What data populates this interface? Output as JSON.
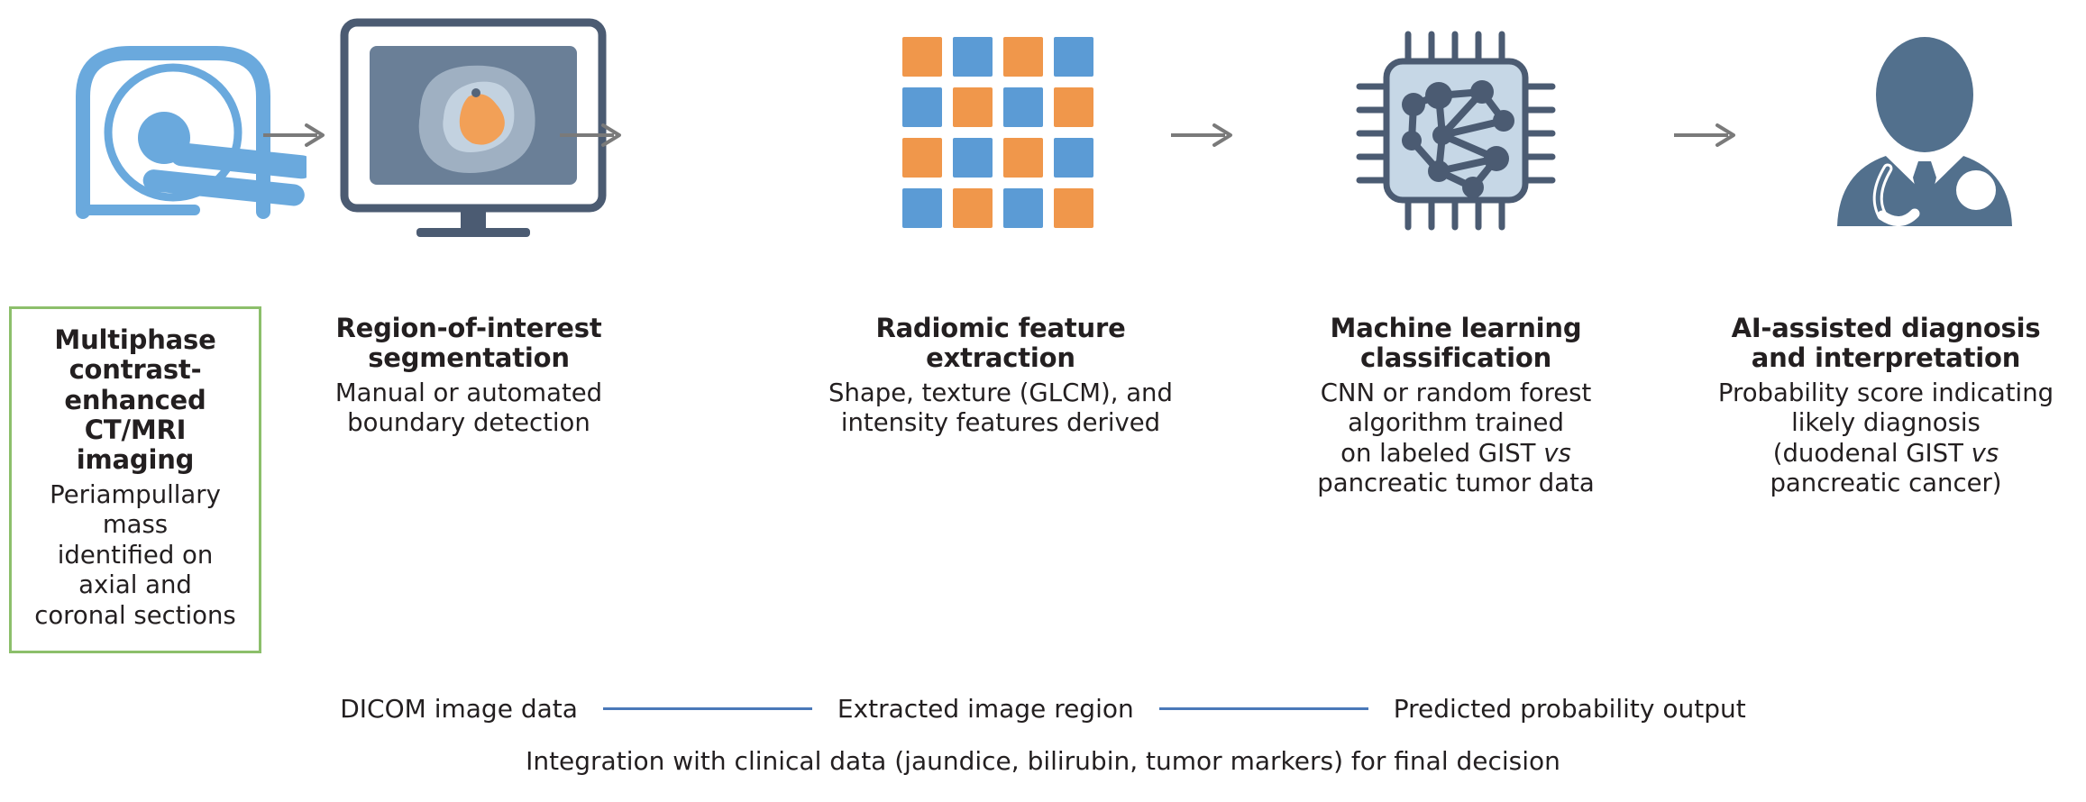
{
  "diagram": {
    "title": "AI-assisted radiomics workflow for periampullary mass diagnosis",
    "colors": {
      "scanner_blue": "#6aa9dd",
      "monitor_navy": "#4b5b72",
      "feature_orange": "#f0974b",
      "feature_blue": "#5b9bd5",
      "chip_blue": "#c6d7e6",
      "doctor_navy": "#52708d",
      "box_green": "#8cbf6b",
      "connector_blue": "#4a78b8",
      "arrow_gray": "#7a7a7a",
      "text_dark": "#231f20"
    },
    "steps": [
      {
        "icon": "ct-scanner-icon",
        "title_line1": "Multiphase",
        "title_line2": "contrast-enhanced",
        "title_line3": "CT/MRI imaging",
        "desc_line1": "Periampullary mass",
        "desc_line2": "identified on axial and",
        "desc_line3": "coronal sections",
        "boxed": true
      },
      {
        "icon": "monitor-segmentation-icon",
        "title_line1": "Region-of-interest",
        "title_line2": "segmentation",
        "desc_line1": "Manual or automated",
        "desc_line2": "boundary detection",
        "boxed": false
      },
      {
        "icon": "feature-grid-icon",
        "title_line1": "Radiomic feature",
        "title_line2": "extraction",
        "desc_line1": "Shape, texture (GLCM), and",
        "desc_line2": "intensity features derived",
        "boxed": false
      },
      {
        "icon": "microchip-neural-icon",
        "title_line1": "Machine learning",
        "title_line2": "classification",
        "desc_line1": "CNN or random forest",
        "desc_line2": "algorithm trained",
        "desc_line3_pre": "on labeled GIST ",
        "desc_line3_em": "vs",
        "desc_line4": "pancreatic tumor data",
        "boxed": false
      },
      {
        "icon": "doctor-icon",
        "title_line1": "AI-assisted diagnosis",
        "title_line2": "and interpretation",
        "desc_line1": "Probability score indicating",
        "desc_line2": "likely diagnosis",
        "desc_line3_pre": "(duodenal GIST ",
        "desc_line3_em": "vs",
        "desc_line4": "pancreatic cancer)",
        "boxed": false
      }
    ],
    "arrows": [
      {
        "name": "arrow-step1-to-step2",
        "glyph": "→"
      },
      {
        "name": "arrow-step2-to-step3",
        "glyph": "→"
      },
      {
        "name": "arrow-step3-to-step4",
        "glyph": "→"
      },
      {
        "name": "arrow-step4-to-step5",
        "glyph": "→"
      }
    ],
    "legend": {
      "item1": "DICOM image data",
      "item2": "Extracted image region",
      "item3": "Predicted probability output"
    },
    "footnote": "Integration with clinical data (jaundice, bilirubin, tumor markers) for final decision",
    "feature_grid": {
      "rows": 4,
      "cols": 4,
      "pattern": [
        [
          "orange",
          "blue",
          "orange",
          "blue"
        ],
        [
          "blue",
          "orange",
          "blue",
          "orange"
        ],
        [
          "orange",
          "blue",
          "orange",
          "blue"
        ],
        [
          "blue",
          "orange",
          "blue",
          "orange"
        ]
      ]
    }
  }
}
